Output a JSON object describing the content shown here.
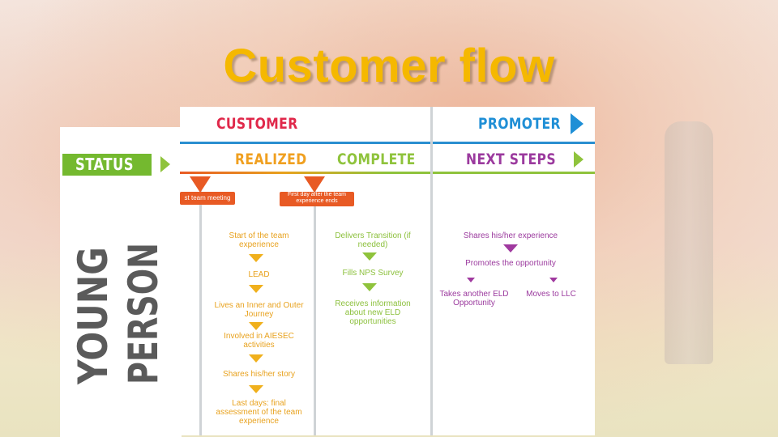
{
  "title": "Customer flow",
  "headers": {
    "customer": "CUSTOMER",
    "promoter": "PROMOTER",
    "status": "STATUS",
    "realized": "REALIZED",
    "complete": "COMPLETE",
    "next_steps": "NEXT STEPS"
  },
  "side_label": {
    "line1": "YOUNG",
    "line2": "PERSON"
  },
  "milestones": {
    "first": "st team meeting",
    "second": "First day after the team experience ends"
  },
  "realized_steps": [
    "Start of the team experience",
    "LEAD",
    "Lives an Inner and Outer Journey",
    "Involved in AIESEC activities",
    "Shares his/her story",
    "Last days: final assessment of the team experience"
  ],
  "complete_steps": [
    "Delivers Transition (if needed)",
    "Fills NPS Survey",
    "Receives information about new ELD opportunities"
  ],
  "next_steps": {
    "first": "Shares his/her experience",
    "second": "Promotes the opportunity",
    "option_left": "Takes another ELD Opportunity",
    "option_right": "Moves to LLC"
  },
  "colors": {
    "title": "#f5b800",
    "customer": "#e0284a",
    "promoter": "#1f8fd6",
    "realized": "#f0a020",
    "complete": "#8fc33c",
    "next_steps": "#9b3a9e",
    "status_bg": "#74b92f",
    "milestone": "#e85a24"
  }
}
